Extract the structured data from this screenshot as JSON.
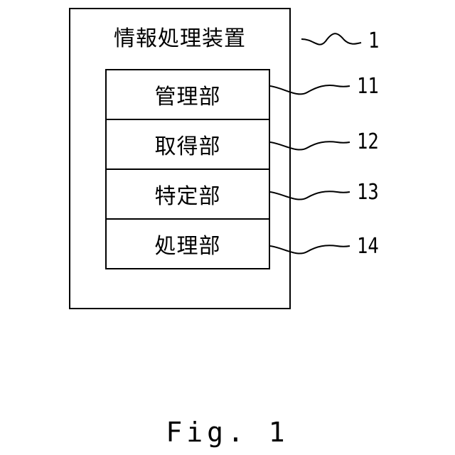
{
  "device": {
    "title": "情報処理装置",
    "ref": "1"
  },
  "units": [
    {
      "label": "管理部",
      "ref": "11"
    },
    {
      "label": "取得部",
      "ref": "12"
    },
    {
      "label": "特定部",
      "ref": "13"
    },
    {
      "label": "処理部",
      "ref": "14"
    }
  ],
  "caption": "Fig. 1"
}
